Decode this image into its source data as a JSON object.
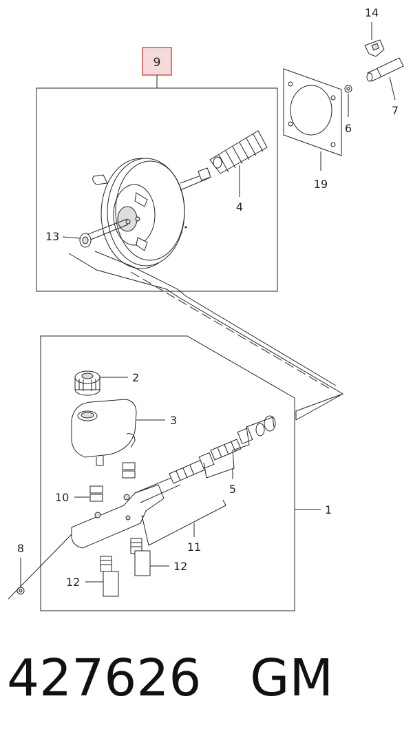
{
  "callouts": {
    "c1": "1",
    "c2": "2",
    "c3": "3",
    "c4": "4",
    "c5": "5",
    "c6": "6",
    "c7": "7",
    "c8": "8",
    "c9": "9",
    "c10": "10",
    "c11": "11",
    "c12a": "12",
    "c12b": "12",
    "c13": "13",
    "c14": "14",
    "c19": "19"
  },
  "highlight_color": "#d9534f",
  "highlight_fill": "#f5dada",
  "caption": {
    "part_number": "427626",
    "brand": "GM"
  }
}
